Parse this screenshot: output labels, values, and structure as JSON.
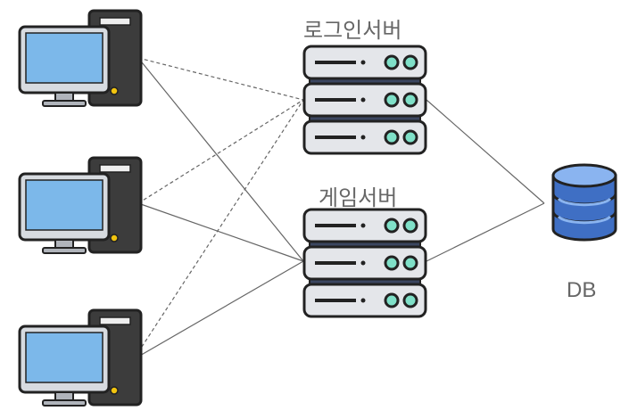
{
  "labels": {
    "login_server": "로그인서버",
    "game_server": "게임서버",
    "db": "DB"
  },
  "icons": {
    "client": "desktop-computer-icon",
    "server": "server-rack-icon",
    "database": "database-icon"
  },
  "colors": {
    "outline": "#222222",
    "screen": "#7cb8ea",
    "server_body": "#e4e6ea",
    "server_gap": "#3b4660",
    "server_led": "#7fe0c8",
    "db_blue": "#3f6fc4",
    "db_light": "#8ab4f0",
    "tower": "#3c3c3c",
    "line": "#666666"
  }
}
